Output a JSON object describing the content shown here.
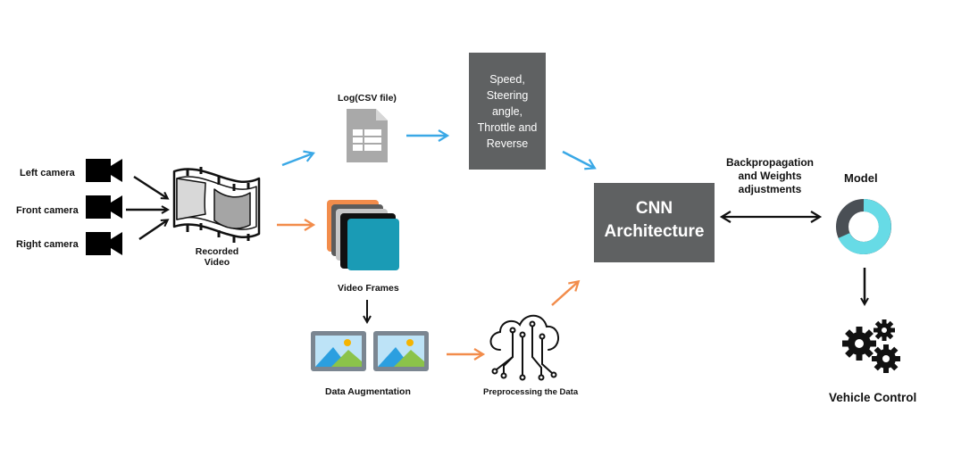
{
  "cameras": {
    "left": "Left camera",
    "front": "Front camera",
    "right": "Right  camera"
  },
  "recorded_video": {
    "line1": "Recorded",
    "line2": "Video"
  },
  "log": {
    "label": "Log(CSV file)"
  },
  "telemetry_box": {
    "lines": [
      "Speed,",
      "Steering",
      "angle,",
      "Throttle and",
      "Reverse"
    ]
  },
  "video_frames": {
    "label": "Video Frames"
  },
  "data_augmentation": {
    "label": "Data Augmentation"
  },
  "preprocessing": {
    "label": "Preprocessing the Data"
  },
  "cnn_box": {
    "line1": "CNN",
    "line2": "Architecture"
  },
  "backprop": {
    "line1": "Backpropagation",
    "line2": "and Weights",
    "line3": "adjustments"
  },
  "model": {
    "label": "Model"
  },
  "vehicle_control": {
    "label": "Vehicle  Control"
  },
  "colors": {
    "blue_arrow": "#3aa8e6",
    "orange_arrow": "#f28c4b",
    "box_gray": "#5f6162",
    "teal_frame": "#1a9bb5",
    "model_ring_dark": "#4a4f55",
    "model_ring_light": "#67dbe6"
  }
}
